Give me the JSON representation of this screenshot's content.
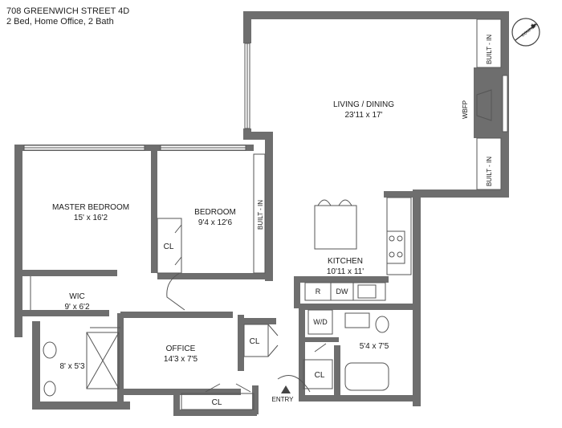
{
  "header": {
    "address": "708 GREENWICH STREET 4D",
    "summary": "2 Bed, Home Office, 2 Bath"
  },
  "rooms": {
    "living": {
      "name": "LIVING / DINING",
      "size": "23'11 x 17'"
    },
    "master": {
      "name": "MASTER BEDROOM",
      "size": "15' x 16'2"
    },
    "bedroom": {
      "name": "BEDROOM",
      "size": "9'4 x 12'6"
    },
    "kitchen": {
      "name": "KITCHEN",
      "size": "10'11 x 11'"
    },
    "wic": {
      "name": "WIC",
      "size": "9' x 6'2"
    },
    "office": {
      "name": "OFFICE",
      "size": "14'3 x 7'5"
    },
    "bath1": {
      "size": "8' x 5'3"
    },
    "bath2": {
      "size": "5'4 x 7'5"
    }
  },
  "fixtures": {
    "built_in_top": "BUILT - IN",
    "built_in_bottom": "BUILT - IN",
    "built_in_bedroom": "BUILT - IN",
    "wbfp": "WBFP",
    "closet_bedroom": "CL",
    "closet_office_right": "CL",
    "closet_office_bottom": "CL",
    "closet_bath": "CL",
    "fridge": "R",
    "dishwasher": "DW",
    "washer_dryer": "W/D",
    "entry": "ENTRY"
  },
  "compass": {
    "label": "COMPASS",
    "north": "N"
  },
  "colors": {
    "wall": "#6e6e6e",
    "line": "#555555",
    "background": "#ffffff"
  }
}
